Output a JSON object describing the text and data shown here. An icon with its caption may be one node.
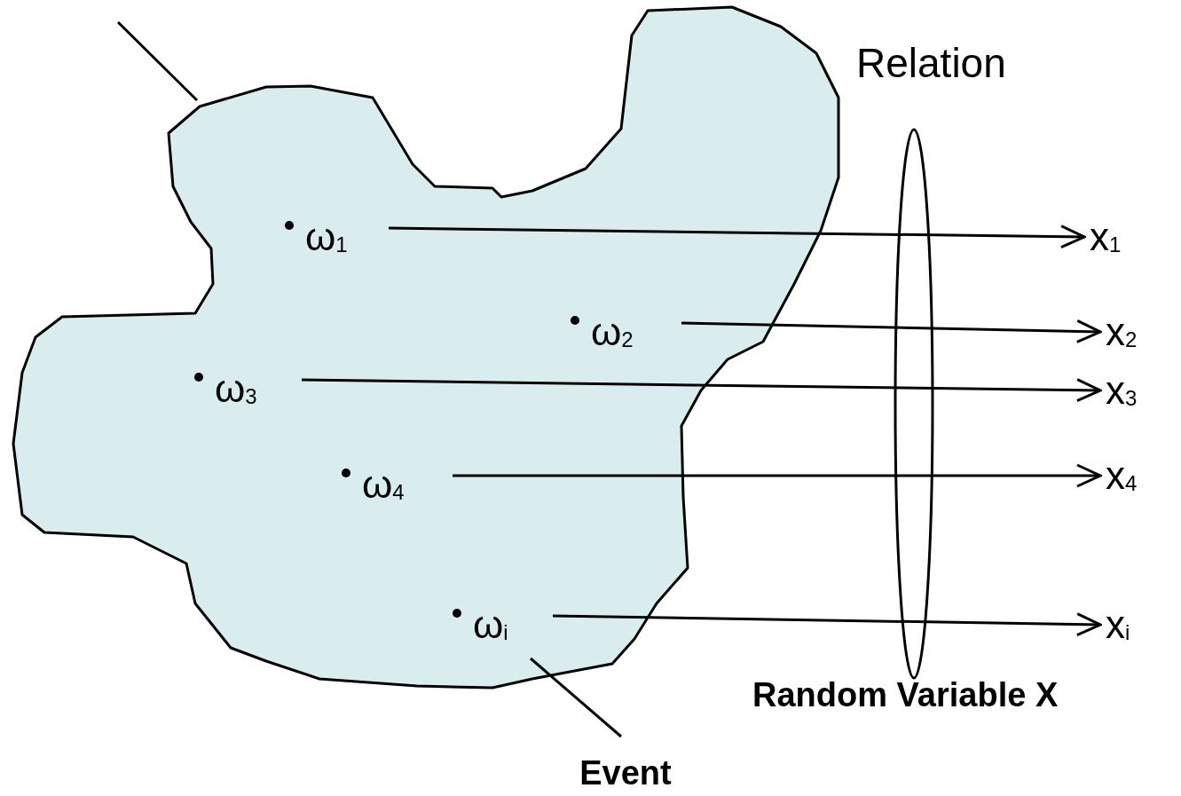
{
  "diagram": {
    "nodes": [
      {
        "text": [],
        "shape": "cloud"
      },
      {
        "text": [
          "ω$_{1}$"
        ],
        "in": 0
      },
      {
        "text": [
          "ω$_{2}$"
        ],
        "in": 0
      },
      {
        "text": [
          "ω$_{3}$"
        ],
        "in": 0
      },
      {
        "text": [
          "ω$_{4}$"
        ],
        "in": 0
      },
      {
        "text": [
          "ω$_{i}$"
        ],
        "in": 0
      },
      {
        "text": [
          "x$_{1}$"
        ]
      },
      {
        "text": [
          "x$_{2}$"
        ]
      },
      {
        "text": [
          "x$_{3}$"
        ]
      },
      {
        "text": [
          "x$_{4}$"
        ]
      },
      {
        "text": [
          "x$_{i}$"
        ]
      },
      {
        "text": [
          "Event"
        ]
      }
    ],
    "labels": [
      "Relation",
      "Random Variable X"
    ],
    "edges": [
      {
        "from": null,
        "to": 0,
        "arrow": "none"
      },
      {
        "from": 1,
        "to": 6,
        "arrow": "to"
      },
      {
        "from": 2,
        "to": 7,
        "arrow": "to"
      },
      {
        "from": 3,
        "to": 8,
        "arrow": "to"
      },
      {
        "from": 4,
        "to": 9,
        "arrow": "to"
      },
      {
        "from": 5,
        "to": 10,
        "arrow": "to"
      },
      {
        "from": 11,
        "to": 0,
        "arrow": "none"
      }
    ]
  }
}
